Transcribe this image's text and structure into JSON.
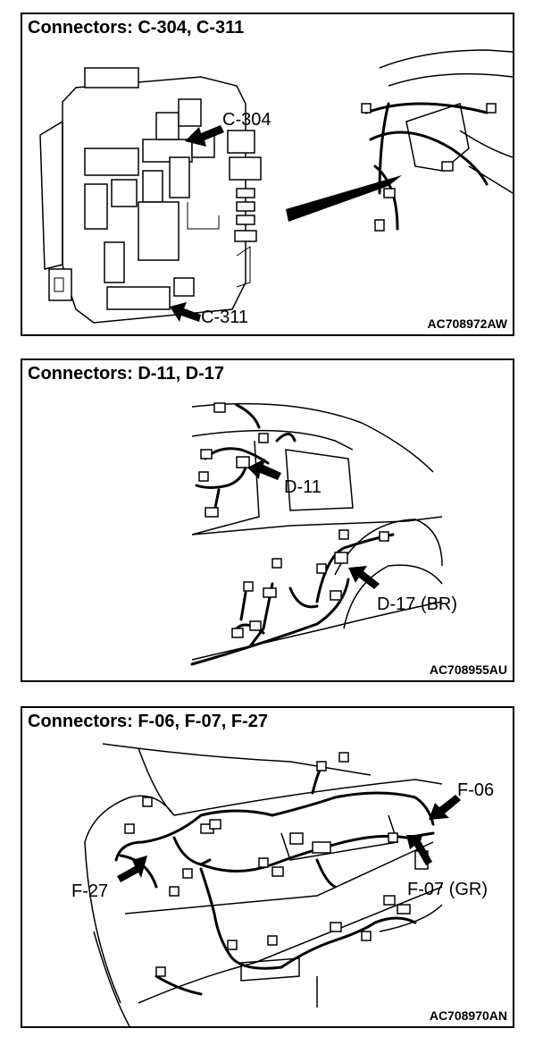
{
  "panels": [
    {
      "title": "Connectors: C-304, C-311",
      "code": "AC708972AW",
      "labels": {
        "c304": "C-304",
        "c311": "C-311"
      }
    },
    {
      "title": "Connectors: D-11, D-17",
      "code": "AC708955AU",
      "labels": {
        "d11": "D-11",
        "d17": "D-17 (BR)"
      }
    },
    {
      "title": "Connectors: F-06, F-07, F-27",
      "code": "AC708970AN",
      "labels": {
        "f06": "F-06",
        "f07": "F-07 (GR)",
        "f27": "F-27"
      }
    }
  ]
}
